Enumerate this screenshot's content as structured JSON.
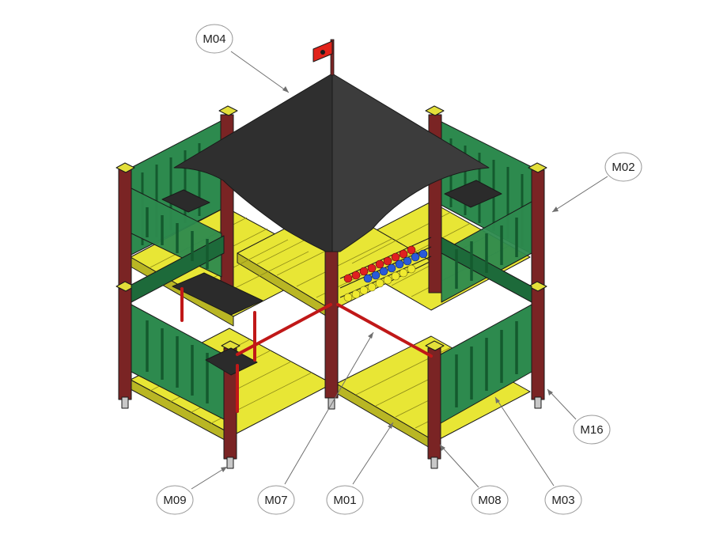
{
  "diagram": {
    "callouts": [
      {
        "id": "m04",
        "text": "M04"
      },
      {
        "id": "m02",
        "text": "M02"
      },
      {
        "id": "m16",
        "text": "M16"
      },
      {
        "id": "m09",
        "text": "M09"
      },
      {
        "id": "m07",
        "text": "M07"
      },
      {
        "id": "m01",
        "text": "M01"
      },
      {
        "id": "m08",
        "text": "M08"
      },
      {
        "id": "m03",
        "text": "M03"
      }
    ],
    "colors": {
      "roof": "#2f2f2f",
      "deck": "#e8e635",
      "deck_dark": "#b9b624",
      "panel": "#2d8a4e",
      "panel_dark": "#1d6a3a",
      "post": "#7a2424",
      "post_cap": "#e3df3a",
      "rail": "#e8262a",
      "bead_red": "#e02020",
      "bead_blue": "#2a5ad8",
      "bead_yellow": "#f0ea30",
      "foot": "#c8c8c8",
      "flag": "#e2231a"
    }
  }
}
